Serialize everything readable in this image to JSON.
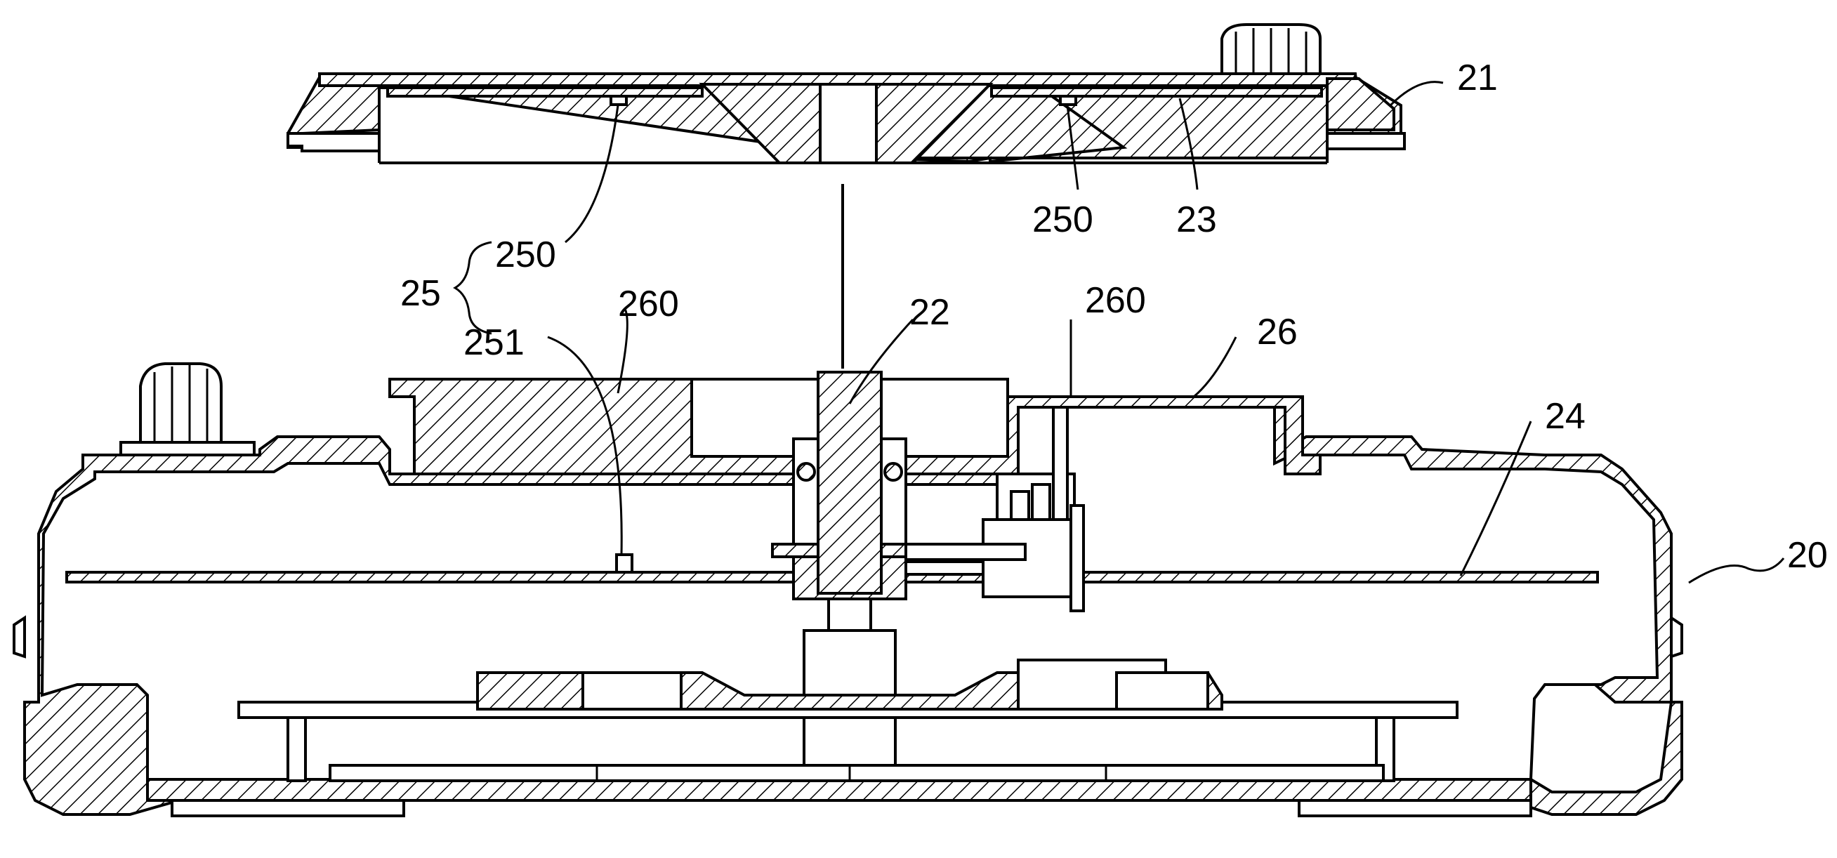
{
  "figure": {
    "labels": {
      "l20": "20",
      "l21": "21",
      "l22": "22",
      "l23": "23",
      "l24": "24",
      "l25": "25",
      "l26": "26",
      "l250a": "250",
      "l250b": "250",
      "l251": "251",
      "l260a": "260",
      "l260b": "260"
    }
  }
}
